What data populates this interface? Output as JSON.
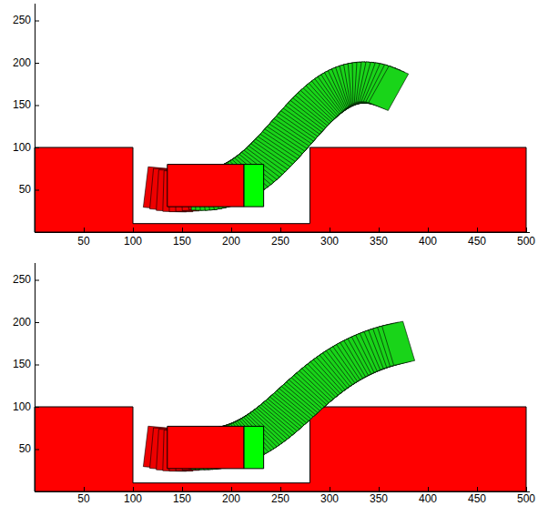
{
  "diagram": {
    "labels": [
      "250",
      "200",
      "150",
      "100",
      "50",
      "50",
      "100",
      "150",
      "200",
      "250",
      "300",
      "350",
      "400",
      "450",
      "500",
      "250",
      "200",
      "150",
      "100",
      "50",
      "50",
      "100",
      "150",
      "200",
      "250",
      "300",
      "350",
      "400",
      "450",
      "500"
    ]
  }
}
